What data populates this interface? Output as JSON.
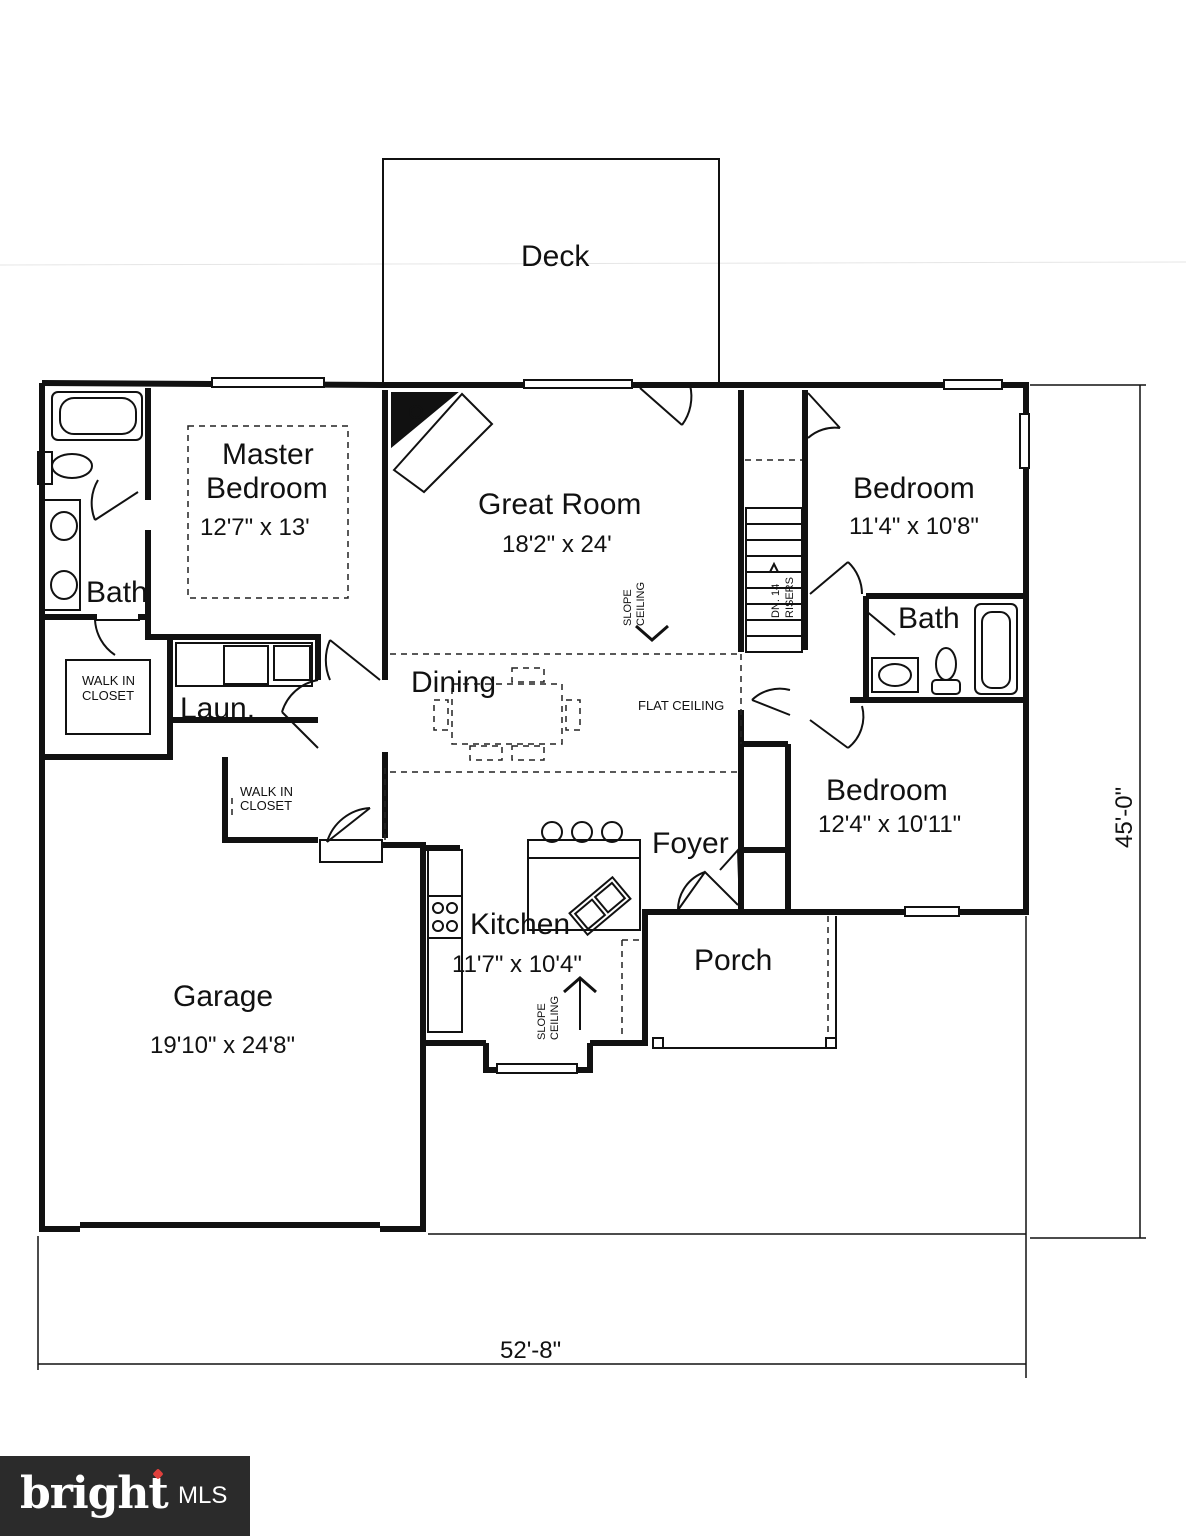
{
  "rooms": {
    "deck": {
      "name": "Deck"
    },
    "great_room": {
      "name": "Great Room",
      "size": "18'2\" x 24'"
    },
    "master_bedroom": {
      "name_line1": "Master",
      "name_line2": "Bedroom",
      "size": "12'7\" x 13'"
    },
    "bedroom_1": {
      "name": "Bedroom",
      "size": "11'4\" x 10'8\""
    },
    "bedroom_2": {
      "name": "Bedroom",
      "size": "12'4\" x 10'11\""
    },
    "master_bath": {
      "name": "Bath"
    },
    "hall_bath": {
      "name": "Bath"
    },
    "walk_in_closet_master": {
      "line1": "WALK IN",
      "line2": "CLOSET"
    },
    "walk_in_closet_hall": {
      "line1": "WALK IN",
      "line2": "CLOSET"
    },
    "laundry": {
      "name": "Laun."
    },
    "dining": {
      "name": "Dining"
    },
    "foyer": {
      "name": "Foyer"
    },
    "kitchen": {
      "name": "Kitchen",
      "size": "11'7\" x 10'4\""
    },
    "porch": {
      "name": "Porch"
    },
    "garage": {
      "name": "Garage",
      "size": "19'10\" x 24'8\""
    }
  },
  "notes": {
    "slope_ceiling_great_line1": "SLOPE",
    "slope_ceiling_great_line2": "CEILING",
    "slope_ceiling_kitchen_line1": "SLOPE",
    "slope_ceiling_kitchen_line2": "CEILING",
    "flat_ceiling": "FLAT CEILING",
    "stairs_line1": "DN. 14",
    "stairs_line2": "RISERS"
  },
  "dimensions": {
    "overall_width": "52'-8\"",
    "overall_depth": "45'-0\""
  },
  "watermark": {
    "brand": "bright",
    "sub": "MLS"
  }
}
